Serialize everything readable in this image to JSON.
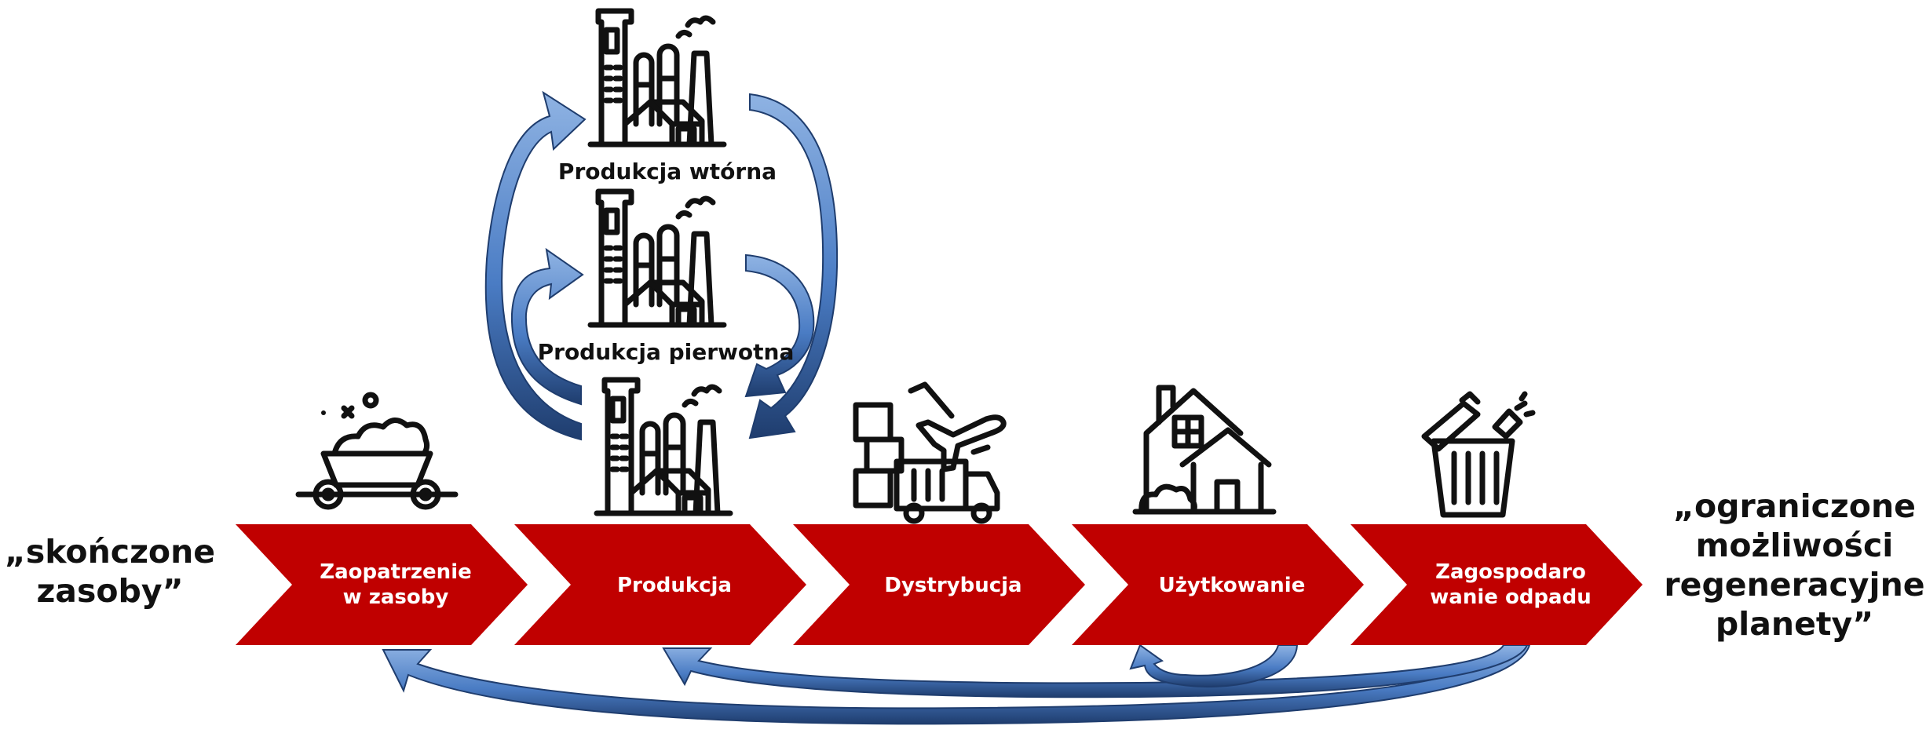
{
  "left_label": "„skończone\nzasoby”",
  "right_label": "„ograniczone\nmożliwości\nregeneracyjne\nplanety”",
  "captions": {
    "secondary": "Produkcja wtórna",
    "primary": "Produkcja pierwotna"
  },
  "stages": [
    {
      "line1": "Zaopatrzenie",
      "line2": "w zasoby",
      "icon": "mine-cart-icon"
    },
    {
      "line1": "Produkcja",
      "line2": "",
      "icon": "factory-icon"
    },
    {
      "line1": "Dystrybucja",
      "line2": "",
      "icon": "delivery-truck-plane-icon"
    },
    {
      "line1": "Użytkowanie",
      "line2": "",
      "icon": "house-icon"
    },
    {
      "line1": "Zagospodaro",
      "line2": "wanie odpadu",
      "icon": "trash-bin-icon"
    }
  ],
  "colors": {
    "chevron": "#c00000",
    "arrow_light": "#7fa6da",
    "arrow_dark": "#1f3d6e",
    "icon": "#111111"
  }
}
